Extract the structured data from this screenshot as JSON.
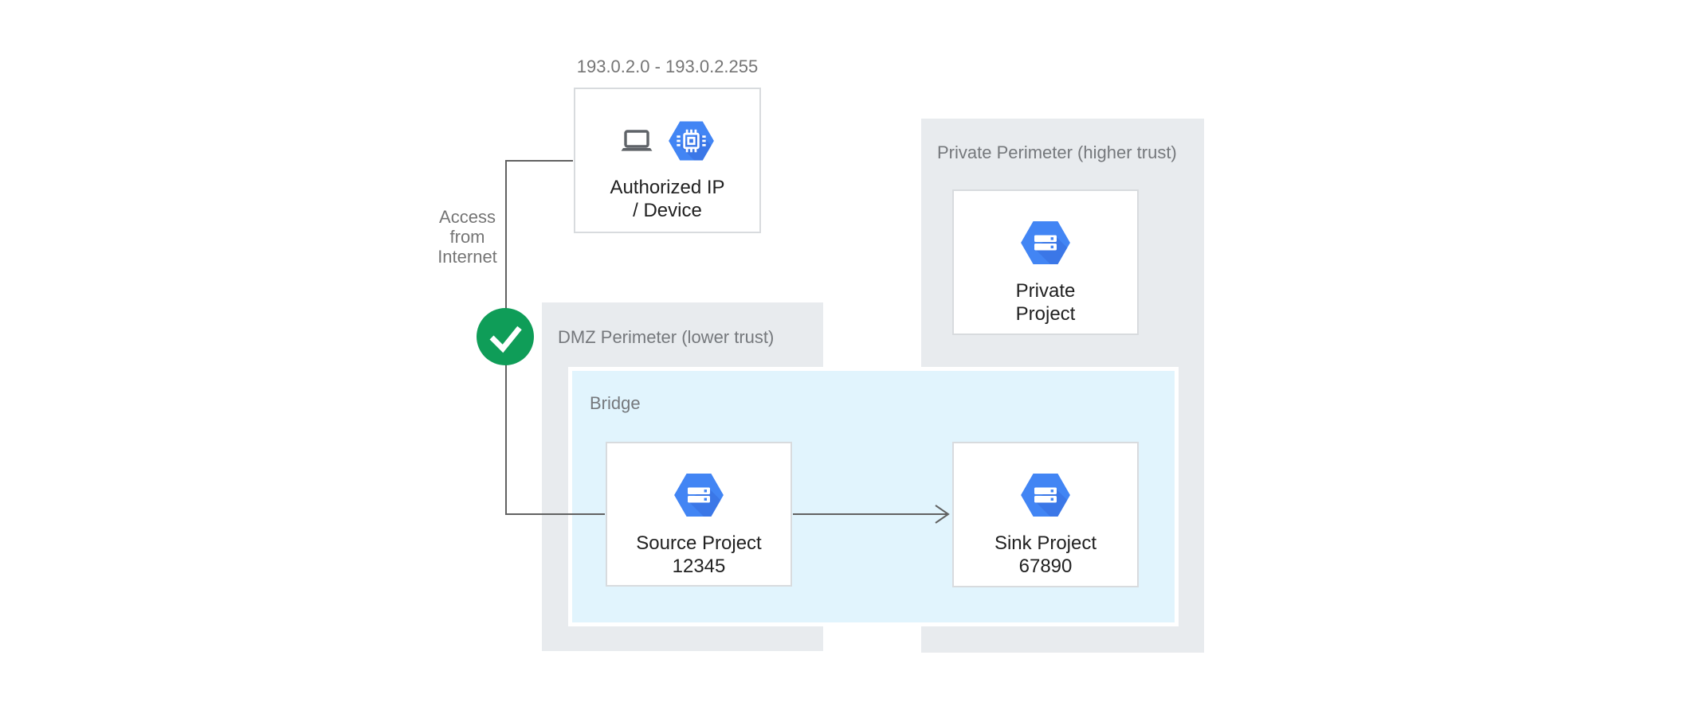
{
  "labels": {
    "ip_range": "193.0.2.0 - 193.0.2.255",
    "access": "Access from Internet"
  },
  "containers": {
    "dmz": {
      "label": "DMZ Perimeter (lower trust)"
    },
    "private_perimeter": {
      "label": "Private Perimeter (higher trust)"
    },
    "bridge": {
      "label": "Bridge"
    }
  },
  "nodes": {
    "authorized": {
      "line1": "Authorized IP",
      "line2": "/ Device"
    },
    "source": {
      "line1": "Source Project",
      "line2": "12345"
    },
    "sink": {
      "line1": "Sink Project",
      "line2": "67890"
    },
    "private": {
      "line1": "Private",
      "line2": "Project"
    }
  },
  "icons": {
    "authorized_device": [
      "laptop-icon",
      "compute-engine-hexagon-icon"
    ],
    "project": "gcp-project-hexagon-icon",
    "access_granted": "check-icon",
    "flow": "arrow-right-icon"
  },
  "colors": {
    "perimeter_bg": "#e8ebee",
    "bridge_bg": "#e1f4fd",
    "bridge_border": "#ffffff",
    "node_bg": "#ffffff",
    "node_border": "#d8dbde",
    "node_text": "#212121",
    "label_gray": "#75787c",
    "label_gray_2": "#757575",
    "line_gray": "#616161",
    "check_green": "#0f9d58",
    "check_mark": "#ffffff",
    "hexagon_blue": "#4285f4",
    "hexagon_shadow": "#3367d6",
    "icon_gray": "#5f6368"
  }
}
